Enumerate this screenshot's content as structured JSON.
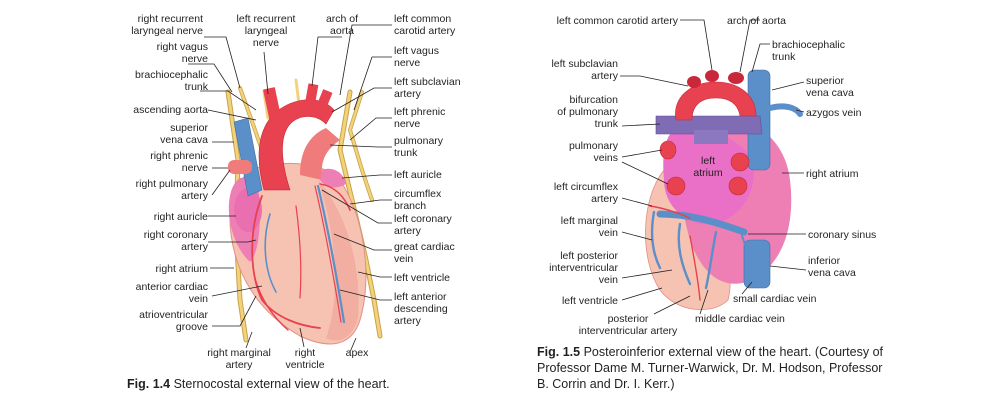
{
  "fig14": {
    "labels": {
      "right_recurrent_laryngeal_nerve": [
        "right recurrent",
        "laryngeal nerve"
      ],
      "left_recurrent_laryngeal_nerve": [
        "left recurrent",
        "laryngeal",
        "nerve"
      ],
      "arch_of_aorta": [
        "arch of",
        "aorta"
      ],
      "right_vagus_nerve": [
        "right vagus",
        "nerve"
      ],
      "brachiocephalic_trunk": [
        "brachiocephalic",
        "trunk"
      ],
      "ascending_aorta": [
        "ascending aorta"
      ],
      "superior_vena_cava": [
        "superior",
        "vena cava"
      ],
      "right_phrenic_nerve": [
        "right phrenic",
        "nerve"
      ],
      "right_pulmonary_artery": [
        "right pulmonary",
        "artery"
      ],
      "right_auricle": [
        "right auricle"
      ],
      "right_coronary_artery": [
        "right coronary",
        "artery"
      ],
      "right_atrium": [
        "right atrium"
      ],
      "anterior_cardiac_vein": [
        "anterior cardiac",
        "vein"
      ],
      "atrioventricular_groove": [
        "atrioventricular",
        "groove"
      ],
      "right_marginal_artery": [
        "right marginal",
        "artery"
      ],
      "right_ventricle": [
        "right",
        "ventricle"
      ],
      "apex": [
        "apex"
      ],
      "left_common_carotid_artery": [
        "left common",
        "carotid artery"
      ],
      "left_vagus_nerve": [
        "left vagus",
        "nerve"
      ],
      "left_subclavian_artery": [
        "left subclavian",
        "artery"
      ],
      "left_phrenic_nerve": [
        "left phrenic",
        "nerve"
      ],
      "pulmonary_trunk": [
        "pulmonary",
        "trunk"
      ],
      "left_auricle": [
        "left auricle"
      ],
      "circumflex_branch": [
        "circumflex",
        "branch"
      ],
      "left_coronary_artery": [
        "left coronary",
        "artery"
      ],
      "great_cardiac_vein": [
        "great cardiac",
        "vein"
      ],
      "left_ventricle": [
        "left ventricle"
      ],
      "left_anterior_descending_artery": [
        "left anterior",
        "descending",
        "artery"
      ]
    },
    "caption_label": "Fig. 1.4",
    "caption_text": "Sternocostal external view of the heart."
  },
  "fig15": {
    "labels": {
      "left_common_carotid_artery": [
        "left common carotid artery"
      ],
      "arch_of_aorta": [
        "arch of aorta"
      ],
      "brachiocephalic_trunk": [
        "brachiocephalic",
        "trunk"
      ],
      "left_subclavian_artery": [
        "left subclavian",
        "artery"
      ],
      "superior_vena_cava": [
        "superior",
        "vena cava"
      ],
      "azygos_vein": [
        "azygos vein"
      ],
      "bifurcation_of_pulmonary_trunk": [
        "bifurcation",
        "of pulmonary",
        "trunk"
      ],
      "pulmonary_veins": [
        "pulmonary",
        "veins"
      ],
      "left_atrium": [
        "left",
        "atrium"
      ],
      "right_atrium": [
        "right atrium"
      ],
      "left_circumflex_artery": [
        "left circumflex",
        "artery"
      ],
      "left_marginal_vein": [
        "left marginal",
        "vein"
      ],
      "coronary_sinus": [
        "coronary sinus"
      ],
      "left_posterior_interventricular_vein": [
        "left posterior",
        "interventricular",
        "vein"
      ],
      "inferior_vena_cava": [
        "inferior",
        "vena cava"
      ],
      "left_ventricle": [
        "left ventricle"
      ],
      "small_cardiac_vein": [
        "small cardiac vein"
      ],
      "middle_cardiac_vein": [
        "middle cardiac vein"
      ],
      "posterior_interventricular_artery": [
        "posterior",
        "interventricular artery"
      ]
    },
    "caption_label": "Fig. 1.5",
    "caption_text": "Posteroinferior external view of the heart. (Courtesy of Professor Dame M. Turner-Warwick, Dr. M. Hodson, Professor B. Corrin and Dr. I. Kerr.)"
  },
  "colors": {
    "artery": "#e8414f",
    "artery_dark": "#c8283a",
    "vein": "#5b8fc9",
    "vein_dark": "#3f6fa8",
    "pulmonary_vein": "#7f6cb5",
    "ventricle": "#f6c3b2",
    "ventricle_shadow": "#f0a99c",
    "atrium_pink": "#ee7fb4",
    "left_atrium_magenta": "#e96fc7",
    "nerve": "#f2d27a",
    "nerve_edge": "#c9a24a",
    "line": "#231f20"
  }
}
